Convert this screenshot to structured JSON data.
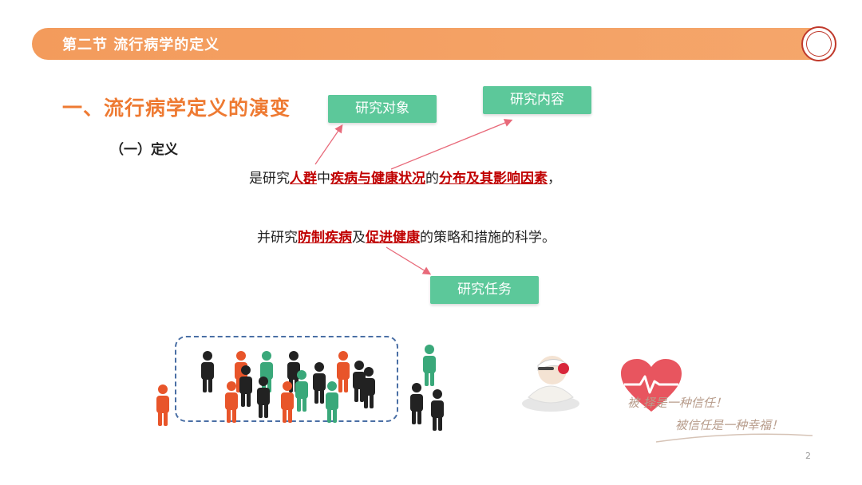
{
  "header": {
    "title": "第二节 流行病学的定义"
  },
  "section": {
    "title": "一、流行病学定义的演变",
    "subtitle": "（一）定义"
  },
  "tags": {
    "object": "研究对象",
    "content": "研究内容",
    "task": "研究任务"
  },
  "definition": {
    "line1": {
      "p1": "是研究",
      "h1": "人群",
      "p2": "中",
      "h2": "疾病与健康状况",
      "p3": "的",
      "h3": "分布及其影响因素",
      "p4": "，"
    },
    "line2": {
      "p1": "并研究",
      "h1": "防制疾病",
      "p2": "及",
      "h2": "促进健康",
      "p3": "的策略和措施的科学。"
    }
  },
  "signature": {
    "line1": "被   择是一种信任！",
    "line2": "被信任是一种幸福！"
  },
  "page": {
    "number": "2"
  },
  "colors": {
    "header": "#f4a261",
    "title": "#ee7a32",
    "tag": "#5cc89a",
    "highlight": "#c00000",
    "person_black": "#222222",
    "person_orange": "#e8552a",
    "person_green": "#3aa87a",
    "heart": "#e8555f"
  },
  "icons": [
    "logo-seal-icon",
    "people-crowd-icon",
    "sick-person-icon",
    "heart-pulse-icon"
  ]
}
